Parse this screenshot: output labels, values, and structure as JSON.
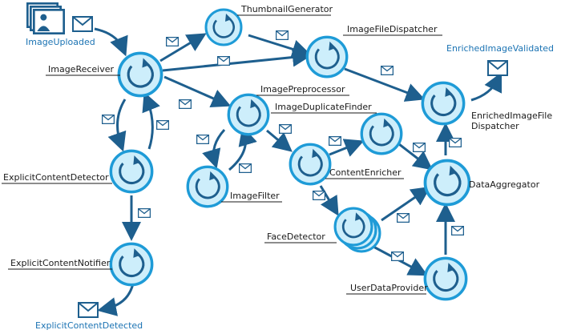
{
  "events": {
    "image_uploaded": "ImageUploaded",
    "enriched_image_validated": "EnrichedImageValidated",
    "explicit_content_detected": "ExplicitContentDetected"
  },
  "services": {
    "thumbnail_generator": "ThumbnailGenerator",
    "image_file_dispatcher": "ImageFileDispatcher",
    "image_receiver": "ImageReceiver",
    "image_preprocessor": "ImagePreprocessor",
    "image_duplicate_finder": "ImageDuplicateFinder",
    "enriched_image_file_dispatcher_1": "EnrichedImageFile",
    "enriched_image_file_dispatcher_2": "Dispatcher",
    "explicit_content_detector": "ExplicitContentDetector",
    "content_enricher": "ContentEnricher",
    "data_aggregator": "DataAggregator",
    "image_filter": "ImageFilter",
    "face_detector": "FaceDetector",
    "explicit_content_notifier": "ExplicitContentNotifier",
    "user_data_provider": "UserDataProvider"
  },
  "colors": {
    "node_fill": "#cdeefb",
    "node_stroke": "#1e9bd7",
    "arrow": "#1e5f8e",
    "event_text": "#1b73b3",
    "envelope": "#1e5f8e"
  },
  "icons": {
    "service": "refresh-cycle-icon",
    "message": "envelope-icon",
    "images": "image-stack-icon"
  }
}
